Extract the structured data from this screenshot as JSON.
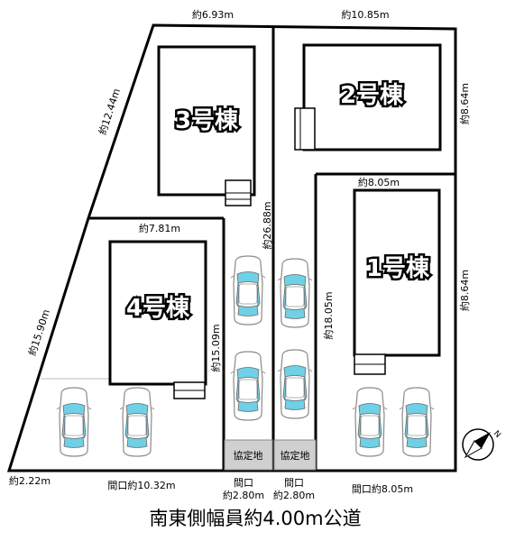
{
  "road_label": "南東側幅員約4.00m公道",
  "buildings": {
    "b1": "1号棟",
    "b2": "2号棟",
    "b3": "3号棟",
    "b4": "4号棟"
  },
  "dimensions": {
    "top_left": "約6.93m",
    "top_right": "約10.85m",
    "left_upper": "約12.44m",
    "left_lower": "約15.90m",
    "right_upper": "約8.64m",
    "right_lower": "約8.64m",
    "center_vertical": "約26.88m",
    "lot1_top": "約8.05m",
    "lot1_left": "約18.05m",
    "lot4_top": "約7.81m",
    "lot4_right": "約15.09m",
    "bottom_left_small": "約2.22m",
    "frontage_lot4": "間口約10.32m",
    "frontage_lot1": "間口約8.05m",
    "frontage_left_title": "間口",
    "frontage_left_value": "約2.80m",
    "frontage_right_title": "間口",
    "frontage_right_value": "約2.80m"
  },
  "kyotei": {
    "left": "協定地",
    "right": "協定地"
  },
  "compass_icon": "north-arrow-icon"
}
